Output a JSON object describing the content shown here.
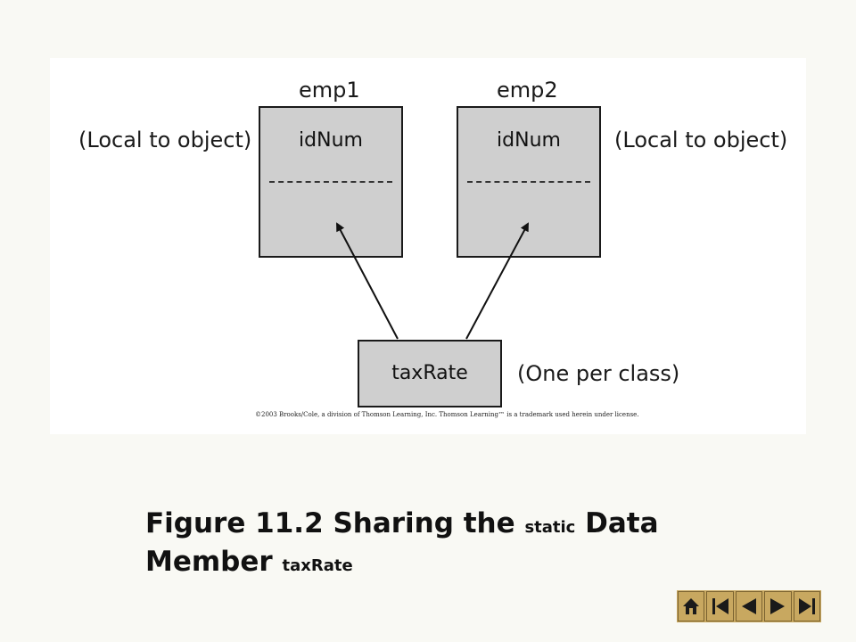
{
  "diagram": {
    "emp1": {
      "label": "emp1",
      "member": "idNum"
    },
    "emp2": {
      "label": "emp2",
      "member": "idNum"
    },
    "shared": {
      "member": "taxRate"
    },
    "local_note_left": "(Local to object)",
    "local_note_right": "(Local to object)",
    "class_note": "(One per class)",
    "copyright": "©2003 Brooks/Cole, a division of Thomson Learning, Inc.  Thomson Learning™ is a trademark used herein under license."
  },
  "caption": {
    "part1": "Figure 11.2  Sharing the ",
    "static_word": "static",
    "part2": " Data Member ",
    "taxrate_word": "taxRate"
  },
  "nav": {
    "buttons": [
      "home-icon",
      "first-icon",
      "previous-icon",
      "next-icon",
      "last-icon"
    ]
  },
  "colors": {
    "box_fill": "#cfcfcf",
    "nav_gold": "#c8a860"
  }
}
